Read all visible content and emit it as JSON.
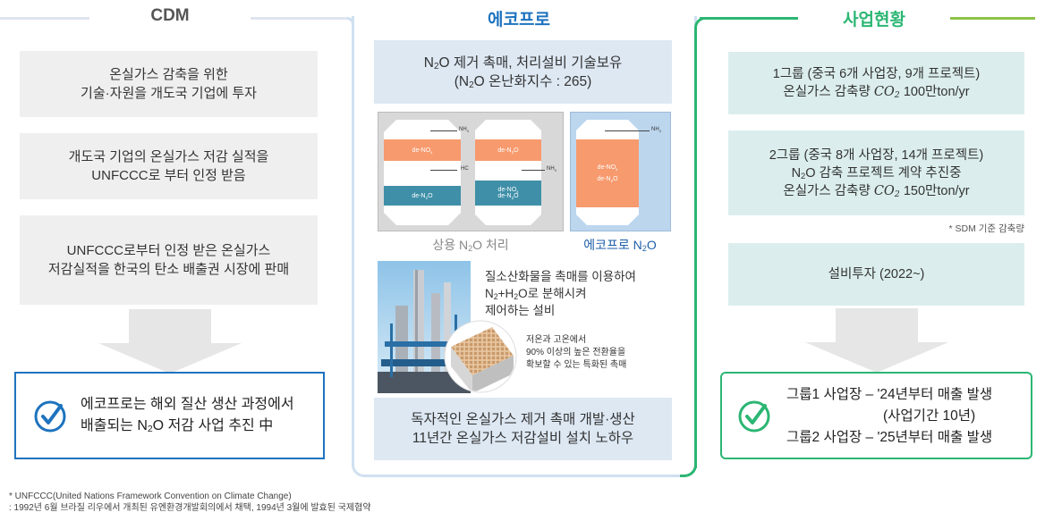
{
  "columns": {
    "cdm": {
      "title": "CDM",
      "color": "#555555"
    },
    "ecopro": {
      "title": "에코프로",
      "color": "#1e73be"
    },
    "business": {
      "title": "사업현황",
      "color": "#2bb673"
    }
  },
  "cdm": {
    "box1": [
      "온실가스 감축을 위한",
      "기술·자원을 개도국 기업에 투자"
    ],
    "box2": [
      "개도국 기업의 온실가스 저감 실적을",
      "UNFCCC로 부터 인정 받음"
    ],
    "box3": [
      "UNFCCC로부터 인정 받은 온실가스",
      "저감실적을 한국의 탄소 배출권 시장에 판매"
    ],
    "result_line1": "에코프로는 해외 질산 생산 과정에서",
    "result_line2_pre": "배출되는 N",
    "result_line2_sub": "2",
    "result_line2_post": "O 저감 사업 추진 中"
  },
  "ecopro": {
    "top_line1_pre": "N",
    "top_line1_sub": "2",
    "top_line1_post": "O 제거 촉매, 처리설비 기술보유",
    "top_line2_pre": "(N",
    "top_line2_sub": "2",
    "top_line2_post": "O 온난화지수 : 265)",
    "diagram": {
      "nh3": "NH",
      "nh3_sub": "3",
      "hc": "HC",
      "denox": "de-NO",
      "denox_sub": "x",
      "den2o": "de-N",
      "den2o_sub": "2",
      "den2o_post": "O"
    },
    "caption_left_pre": "상용 N",
    "caption_left_sub": "2",
    "caption_left_post": "O 처리",
    "caption_right_pre": "에코프로 N",
    "caption_right_sub": "2",
    "caption_right_post": "O",
    "desc_line1": "질소산화물을 촉매를 이용하여",
    "desc_line2_a": "N",
    "desc_line2_b": "2",
    "desc_line2_c": "+H",
    "desc_line2_d": "2",
    "desc_line2_e": "O로 분해시켜",
    "desc_line3": "제어하는 설비",
    "small_lines": [
      "저온과 고온에서",
      "90% 이상의 높은 전환율을",
      "확보할 수 있는 특화된 촉매"
    ],
    "bottom": [
      "독자적인 온실가스 제거 촉매 개발·생산",
      "11년간 온실가스 저감설비 설치 노하우"
    ]
  },
  "business": {
    "box1_line1": "1그룹 (중국 6개 사업장, 9개 프로젝트)",
    "box1_line2_pre": "온실가스 감축량 ",
    "co2": "CO",
    "co2_sub": "2",
    "box1_line2_post": " 100만ton/yr",
    "box2_line1": "2그룹 (중국 8개 사업장, 14개 프로젝트)",
    "box2_line2_pre": "N",
    "box2_line2_sub": "2",
    "box2_line2_post": "O 감축 프로젝트 계약 추진중",
    "box2_line3_pre": "온실가스 감축량 ",
    "box2_line3_post": " 150만ton/yr",
    "note": "* SDM 기준 감축량",
    "box3": "설비투자 (2022~)",
    "result1": "그룹1 사업장 – '24년부터 매출 발생",
    "result2": "(사업기간 10년)",
    "result3": "그룹2 사업장 – '25년부터 매출 발생"
  },
  "footnote": {
    "line1": "* UNFCCC(United Nations Framework Convention on Climate Change)",
    "line2": ": 1992년 6월 브라질 리우에서 개최된 유엔환경개발회의에서 채택, 1994년 3월에 발효된 국제협약"
  },
  "colors": {
    "grey_box": "#efefef",
    "blue_box": "#dde8f3",
    "teal_box": "#dbeeed",
    "orange_layer": "#f79a6e",
    "teal_layer": "#3f8fa8"
  }
}
